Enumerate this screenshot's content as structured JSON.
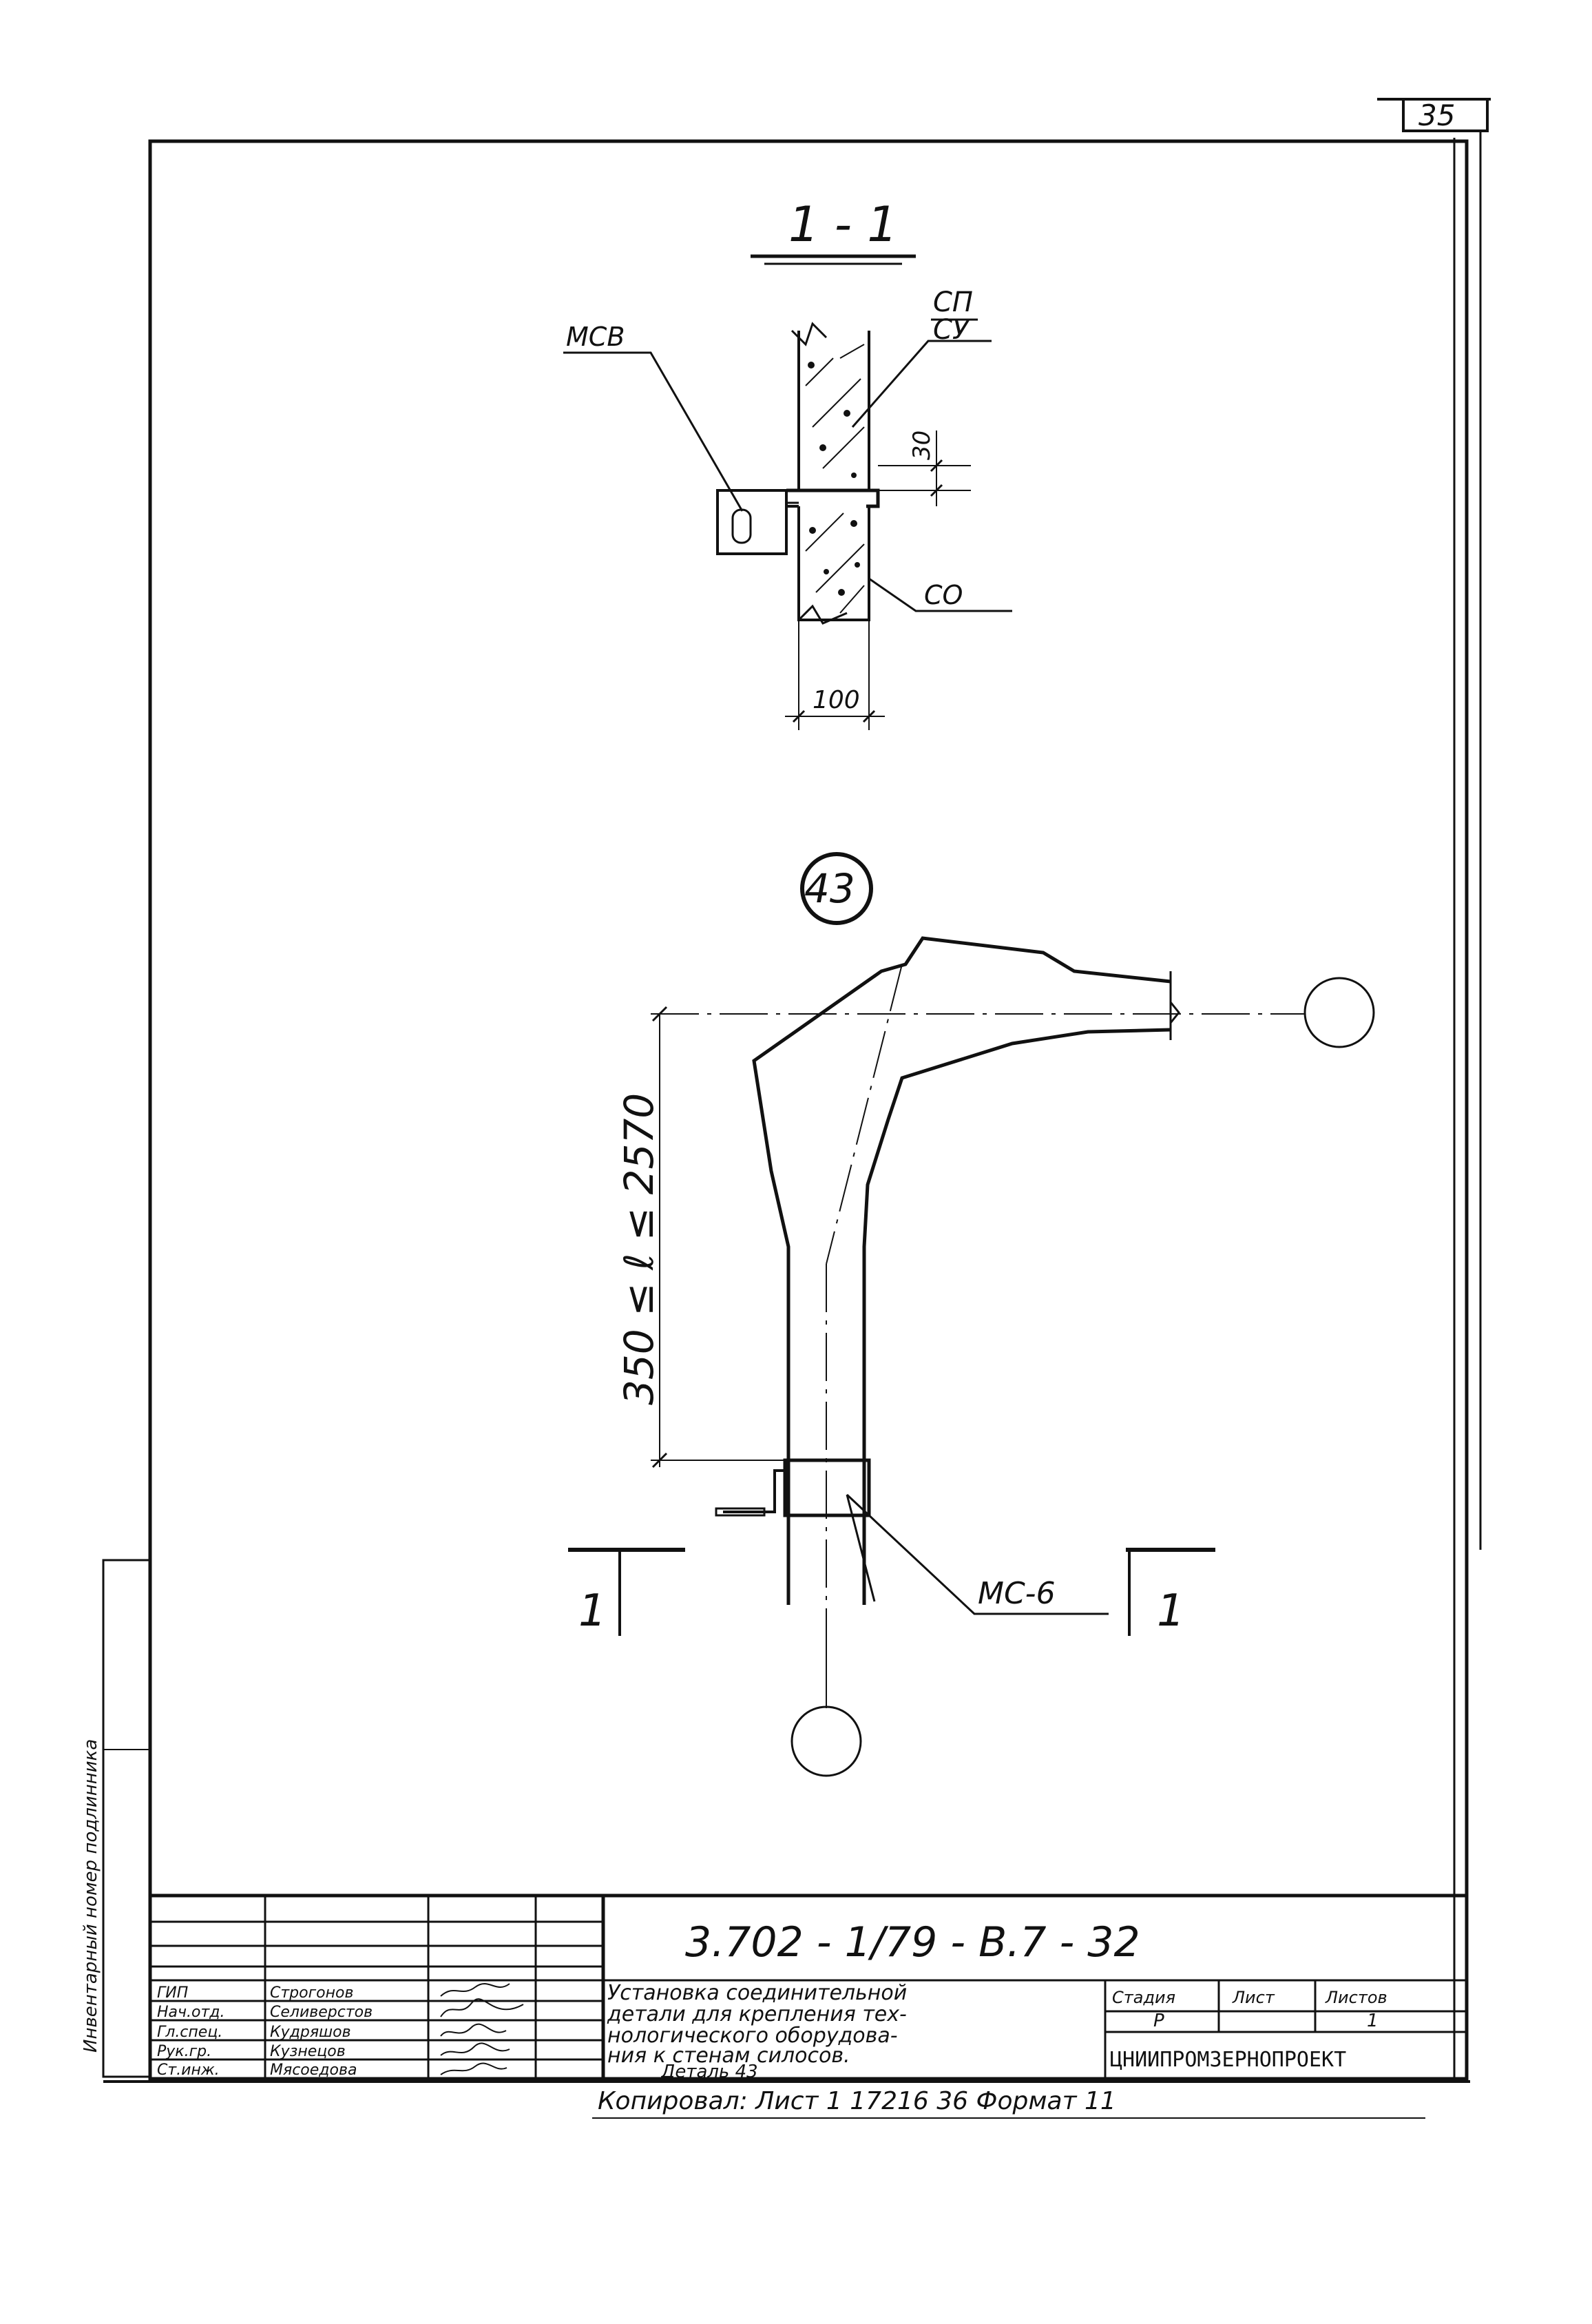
{
  "sheet_number": "35",
  "section": {
    "title": "1 - 1",
    "labels": {
      "msv": "МСВ",
      "sp": "СП",
      "su": "СУ",
      "so": "СО"
    },
    "dims": {
      "gap": "30",
      "width": "100"
    }
  },
  "detail": {
    "number": "43",
    "dimension": "350 ≤ ℓ ≤ 2570",
    "part": "МС-6",
    "cut_left": "1",
    "cut_right": "1"
  },
  "side_stamp": "Инвентарный номер подлинника",
  "title_block": {
    "doc_code": "3.702 - 1/79 - В.7 - 32",
    "roles": [
      "ГИП",
      "Нач.отд.",
      "Гл.спец.",
      "Рук.гр.",
      "Ст.инж."
    ],
    "names": [
      "Строгонов",
      "Селиверстов",
      "Кудряшов",
      "Кузнецов",
      "Мясоедова"
    ],
    "title_lines": [
      "Установка соединительной",
      "детали для крепления тех-",
      "нологического оборудова-",
      "ния к стенам силосов.",
      "Деталь 43"
    ],
    "stage_header": "Стадия",
    "sheet_header": "Лист",
    "sheets_header": "Листов",
    "stage_value": "Р",
    "sheets_value": "1",
    "organization": "ЦНИИПРОМЗЕРНОПРОЕКТ"
  },
  "footer": "Копировал: Лист 1 17216 36 Формат 11"
}
